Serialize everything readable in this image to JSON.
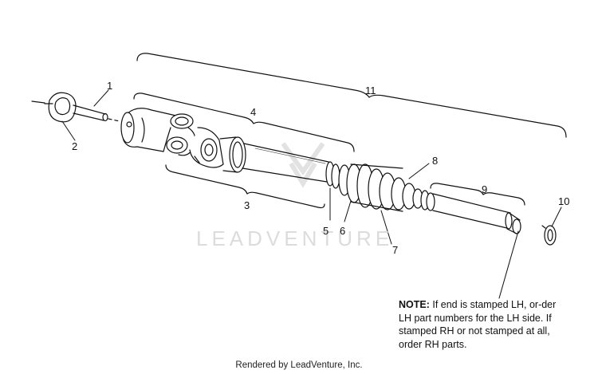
{
  "callouts": {
    "c1": "1",
    "c2": "2",
    "c3": "3",
    "c4": "4",
    "c5": "5",
    "c6": "6",
    "c7": "7",
    "c8": "8",
    "c9": "9",
    "c10": "10",
    "c11": "11"
  },
  "note": {
    "label": "NOTE:",
    "text": " If end is stamped LH, or-der LH part numbers for the LH side.  If stamped RH or not stamped at all, order RH parts."
  },
  "watermark": {
    "text": "LEADVENTURE",
    "logo_icon": "leadventure-logo-icon"
  },
  "footer": {
    "text": "Rendered by LeadVenture, Inc."
  }
}
